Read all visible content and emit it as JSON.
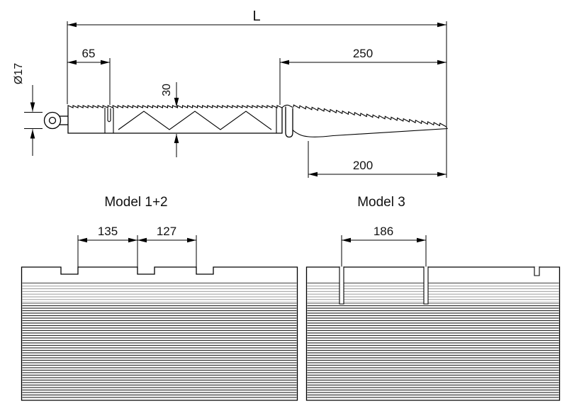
{
  "side_view": {
    "dim_overall_length": "L",
    "dim_left_section": "65",
    "dim_taper_top": "250",
    "dim_taper_bottom": "200",
    "dim_hook_diameter": "Ø17",
    "dim_profile_height": "30"
  },
  "plan_views": {
    "model_1_2": {
      "title": "Model 1+2",
      "dim_pitch_a": "135",
      "dim_pitch_b": "127"
    },
    "model_3": {
      "title": "Model 3",
      "dim_slot_pitch": "186"
    }
  }
}
